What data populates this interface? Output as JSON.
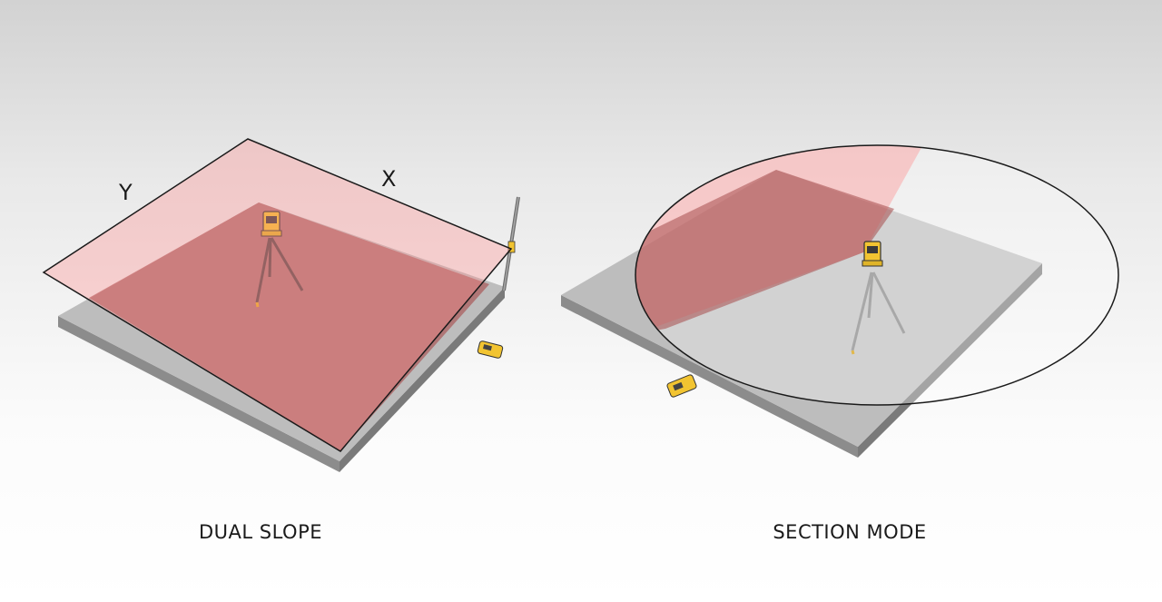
{
  "panels": {
    "dual_slope": {
      "caption": "DUAL SLOPE",
      "axis_y": "Y",
      "axis_x": "X"
    },
    "section_mode": {
      "caption": "SECTION MODE"
    }
  },
  "colors": {
    "slab_top": "#bcbcbc",
    "slab_side": "#8e8e8e",
    "laser_plane": "#ff9a9a",
    "laser_overlap": "#a64a4a",
    "device_yellow": "#f2c431",
    "outline": "#1a1a1a"
  },
  "icons": [
    "rotary-laser-icon",
    "tripod-icon",
    "grade-rod-icon",
    "remote-control-icon"
  ]
}
